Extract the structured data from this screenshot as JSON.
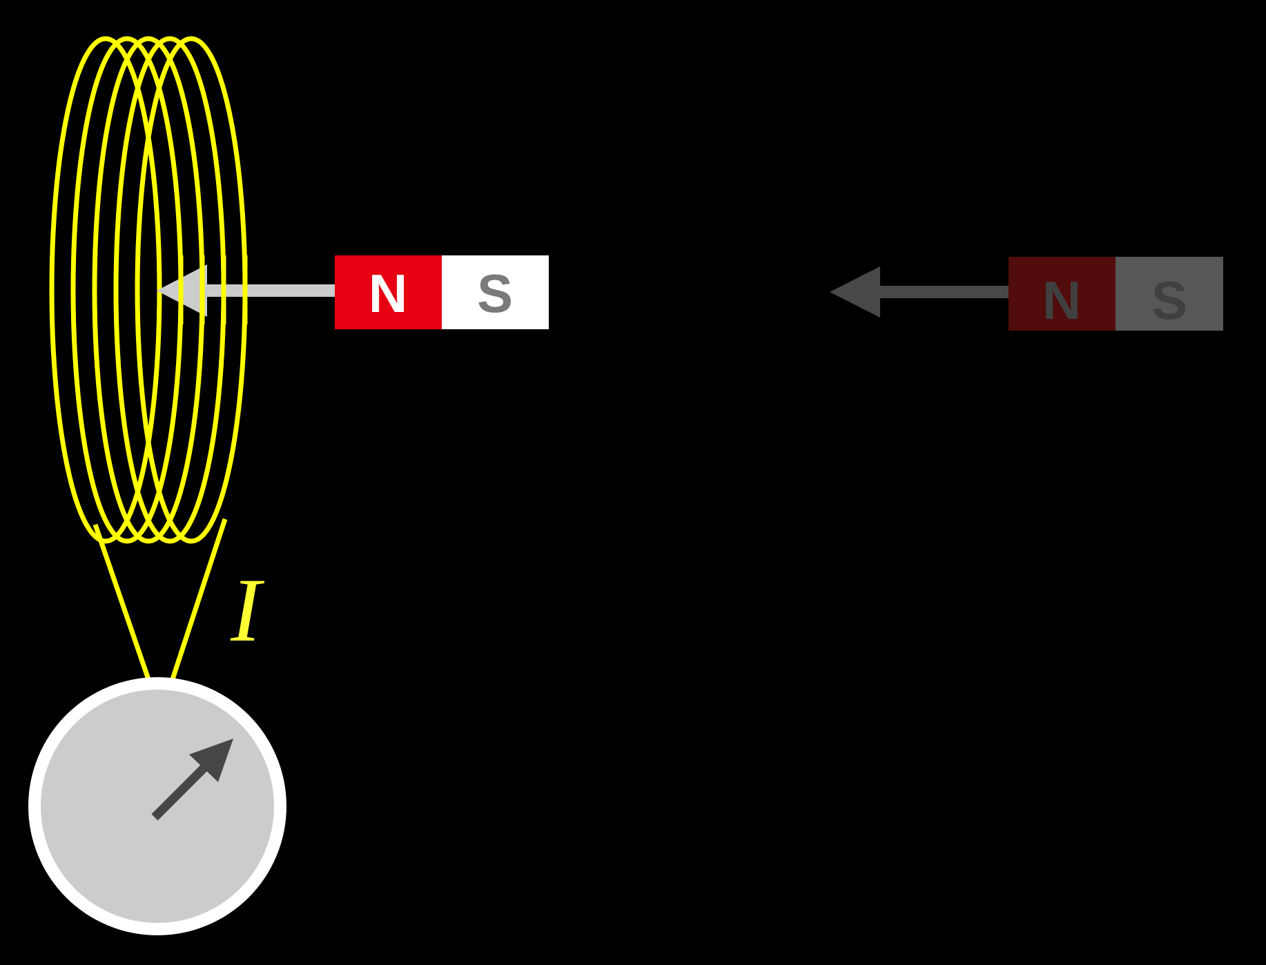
{
  "colors": {
    "background": "#000000",
    "coil": "#ffff00",
    "current_label": "#ffff33",
    "galvanometer_face": "#cccccc",
    "galvanometer_rim": "#ffffff",
    "galvanometer_needle": "#464646",
    "magnet_north": "#e60012",
    "magnet_south": "#ffffff",
    "north_text": "#ffffff",
    "south_text": "#7a7a7a",
    "motion_arrow": "#cccccc",
    "faded_magnet_north": "#520c0c",
    "faded_magnet_south": "#575757",
    "faded_text": "#404040",
    "faded_arrow": "#484848"
  },
  "labels": {
    "current": "I",
    "magnet_near_north": "N",
    "magnet_near_south": "S",
    "magnet_far_north": "N",
    "magnet_far_south": "S"
  },
  "icons": {
    "galvanometer": "galvanometer-icon",
    "needle": "needle-arrow-icon",
    "motion_arrow": "left-arrow-icon"
  }
}
